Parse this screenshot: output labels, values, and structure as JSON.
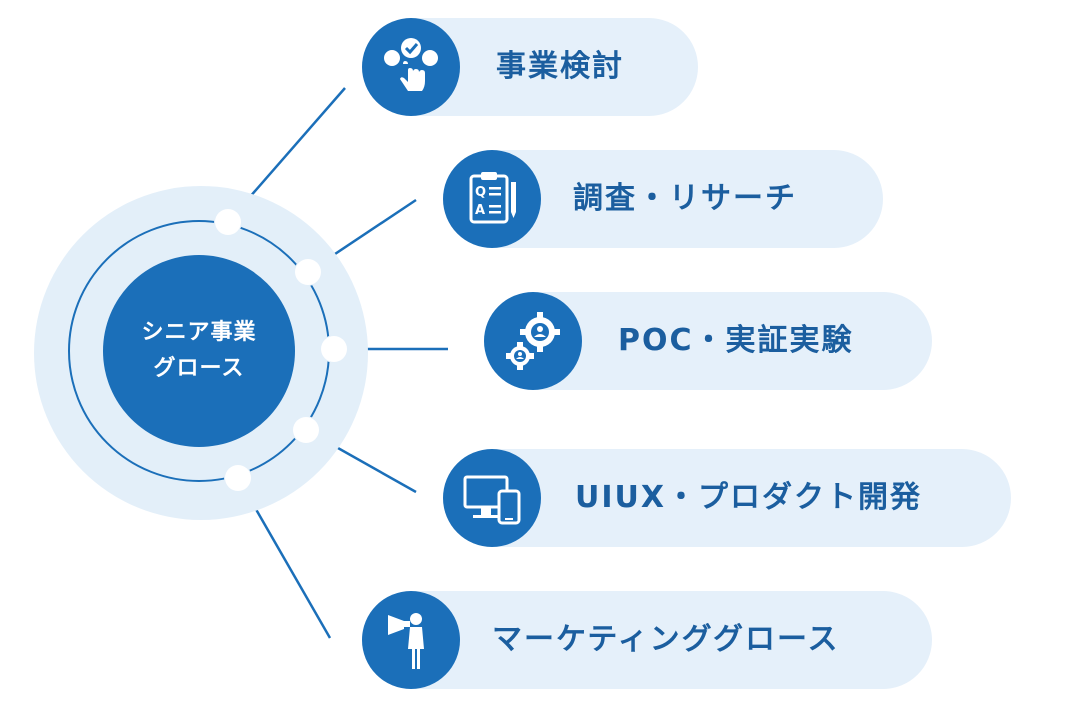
{
  "hub": {
    "label": "シニア事業\nグロース"
  },
  "items": [
    {
      "label": "事業検討",
      "icon": "hand-select-icon"
    },
    {
      "label": "調査・リサーチ",
      "icon": "qa-clipboard-icon"
    },
    {
      "label": "POC・実証実験",
      "icon": "gears-people-icon"
    },
    {
      "label": "UIUX・プロダクト開発",
      "icon": "devices-icon"
    },
    {
      "label": "マーケティンググロース",
      "icon": "megaphone-person-icon"
    }
  ],
  "colors": {
    "primary": "#1b6fb9",
    "pill": "#e5f0fa",
    "halo": "#e3eff9",
    "label": "#1b5e9f"
  }
}
